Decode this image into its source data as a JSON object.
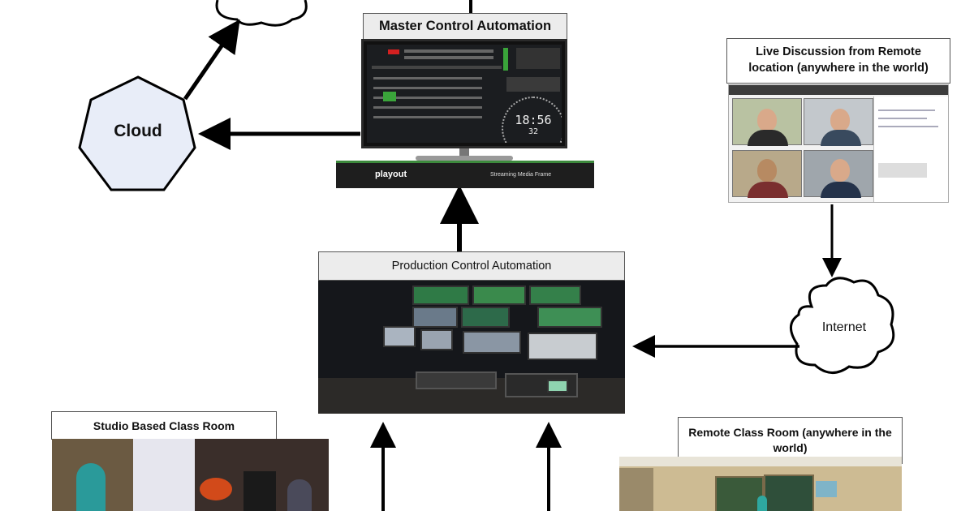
{
  "nodes": {
    "master_control": "Master Control Automation",
    "cloud": "Cloud",
    "live_discussion": "Live Discussion from Remote location (anywhere in the world)",
    "production_control": "Production Control Automation",
    "internet": "Internet",
    "studio_classroom": "Studio Based  Class Room",
    "remote_classroom": "Remote Class Room (anywhere in the world)"
  },
  "device": {
    "brand": "playout",
    "model": "Streaming Media Frame",
    "clock_time": "18:56",
    "clock_seconds": "32"
  },
  "colors": {
    "cloud_fill": "#e8edf8",
    "line": "#000000",
    "label_grey": "#ececec"
  }
}
